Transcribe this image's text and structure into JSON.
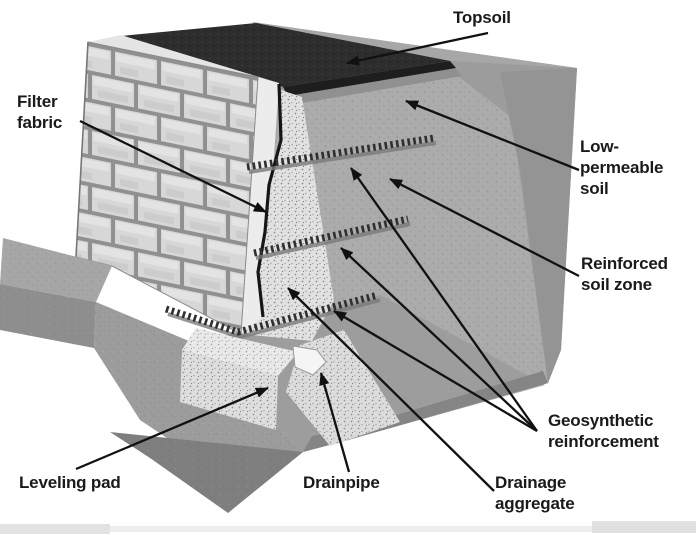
{
  "figure": {
    "title": "Segmental retaining wall cutaway diagram",
    "background": "#ffffff",
    "ink": "#1a1a1a",
    "labels": {
      "topsoil": "Topsoil",
      "filter_fabric": "Filter\nfabric",
      "low_permeable_soil": "Low-\npermeable\nsoil",
      "reinforced_soil_zone": "Reinforced\nsoil zone",
      "geosynthetic_reinforcement": "Geosynthetic\nreinforcement",
      "leveling_pad": "Leveling pad",
      "drainpipe": "Drainpipe",
      "drainage_aggregate": "Drainage\naggregate"
    }
  }
}
